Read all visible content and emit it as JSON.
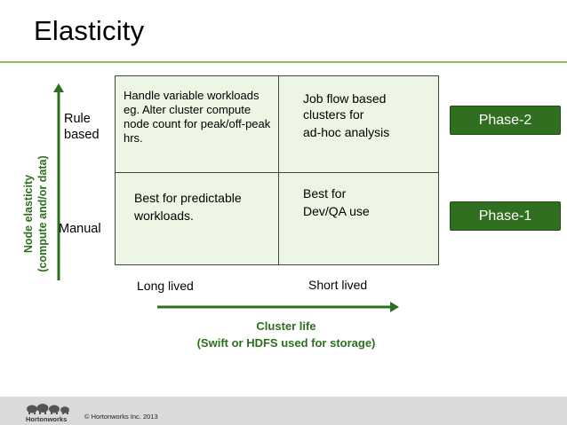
{
  "slide": {
    "title": "Elasticity",
    "y_axis": {
      "line1": "Node elasticity",
      "line2": "(compute and/or data)"
    },
    "rows": {
      "top": {
        "line1": "Rule",
        "line2": "based"
      },
      "bottom": "Manual"
    },
    "cells": {
      "top_left": "Handle variable workloads eg. Alter cluster compute node count for peak/off-peak hrs.",
      "top_right": {
        "line1": "Job flow based",
        "line2": "clusters for",
        "line3": "ad-hoc analysis"
      },
      "bottom_left": {
        "line1": "Best for predictable",
        "line2": "workloads."
      },
      "bottom_right": {
        "line1": "Best for",
        "line2": "Dev/QA use"
      }
    },
    "columns": {
      "left": "Long lived",
      "right": "Short lived"
    },
    "x_axis": {
      "line1": "Cluster life",
      "line2": "(Swift or HDFS used for storage)"
    },
    "phases": {
      "top": "Phase-2",
      "bottom": "Phase-1"
    },
    "footer": {
      "logo_text": "Hortonworks",
      "copyright": "© Hortonworks Inc. 2013"
    }
  },
  "colors": {
    "accent_green": "#2f6f1f",
    "label_green": "#2d6f1e",
    "rule_green": "#8cba5b",
    "grid_fill": "#edf5e4"
  }
}
